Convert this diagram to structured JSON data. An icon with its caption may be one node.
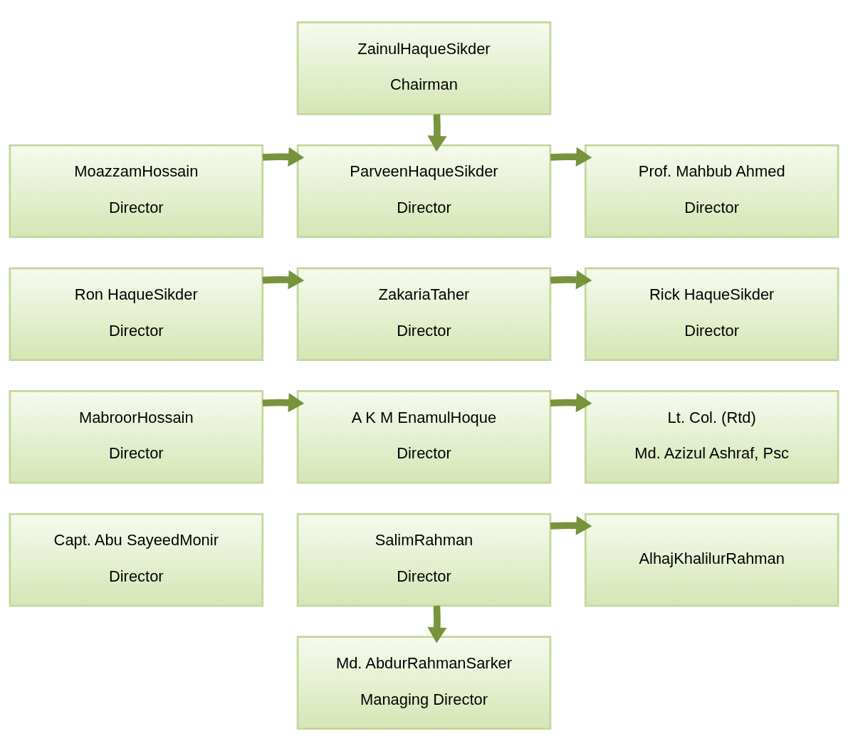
{
  "diagram": {
    "nodes": [
      {
        "text": [
          "ZainulHaqueSikder",
          "Chairman"
        ]
      },
      {
        "text": [
          "MoazzamHossain",
          "Director"
        ]
      },
      {
        "text": [
          "ParveenHaqueSikder",
          "Director"
        ]
      },
      {
        "text": [
          "Prof. Mahbub Ahmed",
          "Director"
        ]
      },
      {
        "text": [
          "Ron HaqueSikder",
          "Director"
        ]
      },
      {
        "text": [
          "ZakariaTaher",
          "Director"
        ]
      },
      {
        "text": [
          "Rick HaqueSikder",
          "Director"
        ]
      },
      {
        "text": [
          "MabroorHossain",
          "Director"
        ]
      },
      {
        "text": [
          "A K M EnamulHoque",
          "Director"
        ]
      },
      {
        "text": [
          "Lt. Col. (Rtd)",
          "Md. Azizul Ashraf, Psc"
        ]
      },
      {
        "text": [
          "Capt. Abu SayeedMonir",
          "Director"
        ]
      },
      {
        "text": [
          "SalimRahman",
          "Director"
        ]
      },
      {
        "text": [
          "AlhajKhalilurRahman"
        ]
      },
      {
        "text": [
          "Md. AbdurRahmanSarker",
          "Managing Director"
        ]
      }
    ],
    "edges": [
      {
        "from": 0,
        "to": 2,
        "arrow": "to"
      },
      {
        "from": 1,
        "to": 2,
        "arrow": "to"
      },
      {
        "from": 2,
        "to": 3,
        "arrow": "to"
      },
      {
        "from": 4,
        "to": 5,
        "arrow": "to"
      },
      {
        "from": 5,
        "to": 6,
        "arrow": "to"
      },
      {
        "from": 7,
        "to": 8,
        "arrow": "to"
      },
      {
        "from": 8,
        "to": 9,
        "arrow": "to"
      },
      {
        "from": 11,
        "to": 12,
        "arrow": "to"
      },
      {
        "from": 11,
        "to": 13,
        "arrow": "to"
      }
    ]
  }
}
